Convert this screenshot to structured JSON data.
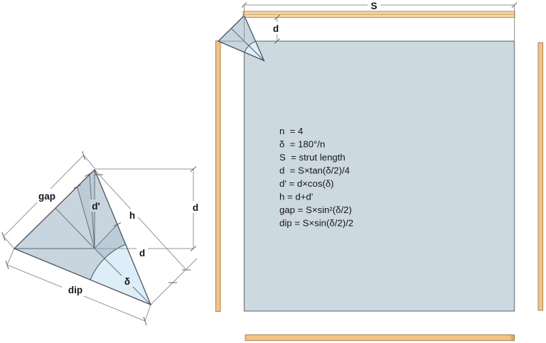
{
  "figure": {
    "formulas": {
      "lines": [
        "n  = 4",
        "δ  = 180°/n",
        "S  = strut length",
        "d  = S×tan(δ/2)/4",
        "d' = d×cos(δ)",
        "h = d+d'",
        "gap = S×sin²(δ/2)",
        "dip = S×sin(δ/2)/2"
      ]
    },
    "detail_labels": {
      "gap": "gap",
      "d_prime": "d'",
      "h": "h",
      "d_inner": "d",
      "d_right": "d",
      "dip": "dip",
      "delta": "δ"
    },
    "main_labels": {
      "strut_length": "S",
      "drop": "d"
    },
    "colors": {
      "square_fill": "#cdd9e1",
      "square_stroke": "#7b8791",
      "triangle_fill": "#c8d5df",
      "triangle_shade": "#bccbd8",
      "sector_fill": "#ddeef8",
      "strut_fill": "#f2c382",
      "strut_top_fill": "#f6d6a8",
      "strut_border": "#aa8350",
      "text": "#161616"
    }
  }
}
